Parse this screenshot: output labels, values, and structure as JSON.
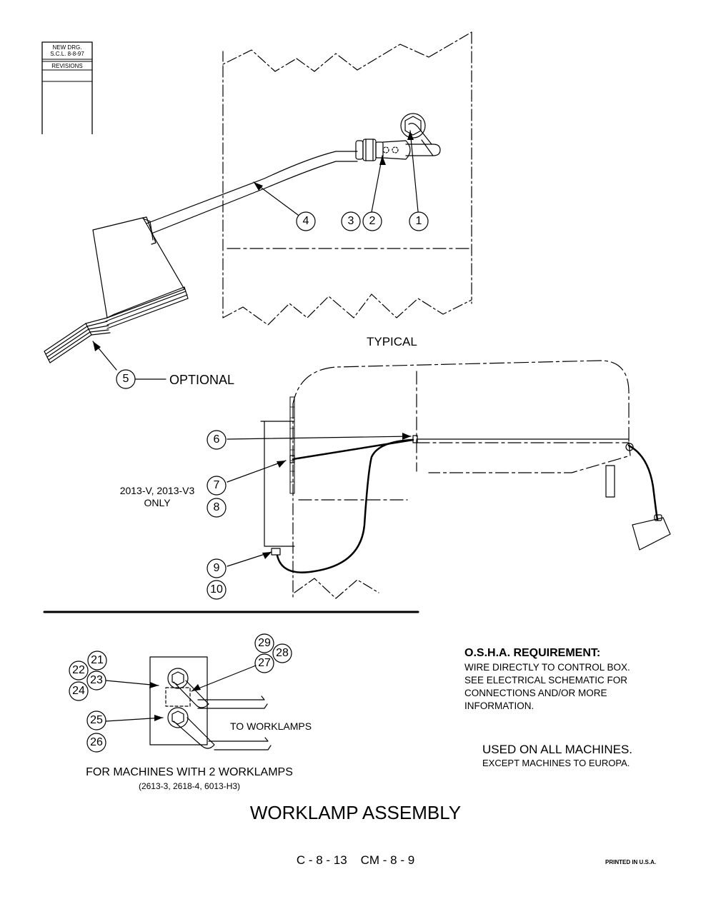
{
  "revision_block": {
    "line1": "NEW DRG.",
    "line2": "S.C.L.  8-8-97",
    "header": "REVISIONS"
  },
  "labels": {
    "typical": "TYPICAL",
    "optional": "OPTIONAL",
    "model_note_1": "2013-V, 2013-V3",
    "model_note_2": "ONLY",
    "to_worklamps": "TO WORKLAMPS",
    "two_lamps_title": "FOR MACHINES WITH 2 WORKLAMPS",
    "two_lamps_models": "(2613-3, 2618-4, 6013-H3)"
  },
  "callouts": {
    "c1": "1",
    "c2": "2",
    "c3": "3",
    "c4": "4",
    "c5": "5",
    "c6": "6",
    "c7": "7",
    "c8": "8",
    "c9": "9",
    "c10": "10",
    "c21": "21",
    "c22": "22",
    "c23": "23",
    "c24": "24",
    "c25": "25",
    "c26": "26",
    "c27": "27",
    "c28": "28",
    "c29": "29"
  },
  "osha": {
    "title": "O.S.H.A. REQUIREMENT:",
    "line1": "WIRE DIRECTLY TO CONTROL BOX.",
    "line2": "SEE ELECTRICAL SCHEMATIC FOR",
    "line3": "CONNECTIONS AND/OR MORE",
    "line4": "INFORMATION."
  },
  "usage": {
    "line1": "USED ON ALL MACHINES.",
    "line2": "EXCEPT MACHINES TO EUROPA."
  },
  "title": "WORKLAMP ASSEMBLY",
  "page_code": "C - 8 - 13    CM - 8 - 9",
  "printed": "PRINTED IN U.S.A."
}
